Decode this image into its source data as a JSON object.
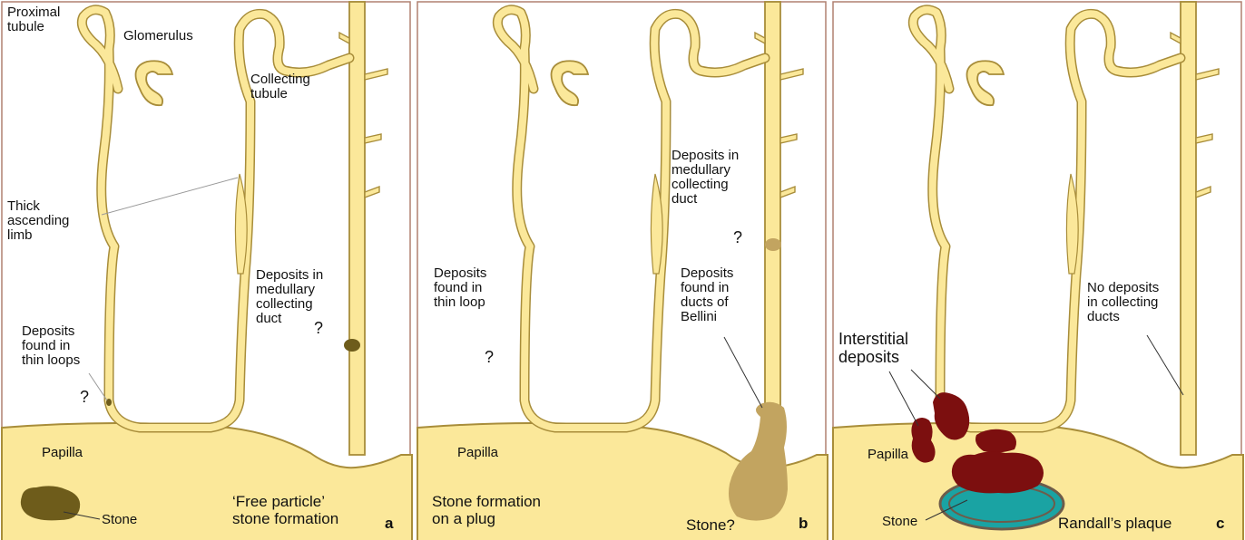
{
  "colors": {
    "tubule": "#fbe89a",
    "tubule_outline": "#a88d3a",
    "papilla": "#fbe89a",
    "panel_border": "#b08070",
    "free_stone": "#6e5c1b",
    "plug": "#c2a460",
    "interstitial": "#7c0f0f",
    "randall_stone": "#1aa3a3",
    "randall_ring": "#6e5c4a"
  },
  "panel_a": {
    "proximal_tubule": "Proximal\ntubule",
    "glomerulus": "Glomerulus",
    "collecting_tubule": "Collecting\ntubule",
    "thick_ascending_limb": "Thick\nascending\nlimb",
    "deposits_medullary": "Deposits in\nmedullary\ncollecting\nduct",
    "question_duct": "?",
    "deposits_thin_loops": "Deposits\nfound in\nthin loops",
    "question_loop": "?",
    "papilla": "Papilla",
    "stone": "Stone",
    "caption": "‘Free particle’\nstone formation",
    "letter": "a"
  },
  "panel_b": {
    "deposits_medullary": "Deposits in\nmedullary\ncollecting\nduct",
    "question_duct": "?",
    "deposits_thin_loop": "Deposits\nfound in\nthin loop",
    "question_loop": "?",
    "deposits_bellini": "Deposits\nfound in\nducts of\nBellini",
    "papilla": "Papilla",
    "caption": "Stone formation\non a plug",
    "stone": "Stone?",
    "letter": "b"
  },
  "panel_c": {
    "no_deposits": "No deposits\nin collecting\nducts",
    "interstitial": "Interstitial\ndeposits",
    "papilla": "Papilla",
    "stone": "Stone",
    "randall": "Randall’s plaque",
    "letter": "c"
  }
}
